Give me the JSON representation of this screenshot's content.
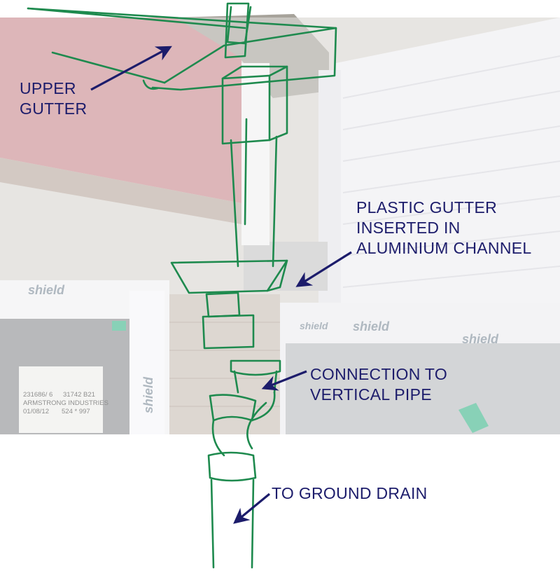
{
  "labels": {
    "upper_gutter": "UPPER\nGUTTER",
    "plastic_gutter": "PLASTIC GUTTER\nINSERTED IN\nALUMINIUM CHANNEL",
    "connection": "CONNECTION TO\nVERTICAL PIPE",
    "ground_drain": "TO GROUND DRAIN"
  },
  "window_stickers": {
    "brand": "shield",
    "line_a": "231686/ 6",
    "line_b": "31742 B21",
    "line_c": "ARMSTRONG INDUSTRIES",
    "line_d": "01/08/12",
    "line_e": "524 * 997"
  },
  "colors": {
    "annotation_text": "#1c1c6b",
    "arrow": "#1c1c6b",
    "pipe_sketch": "#1e8a4e",
    "fascia_board": "#c98a8e",
    "upvc_cladding": "#eeeef1",
    "brick_wall": "#c8bfb5"
  }
}
